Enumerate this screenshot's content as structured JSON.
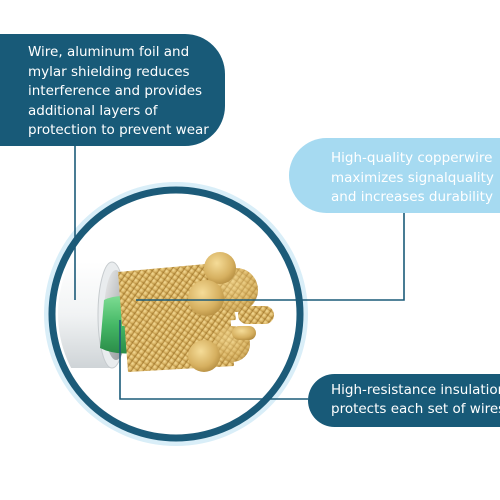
{
  "image": {
    "colors": {
      "dark_teal": "#185a78",
      "light_blue": "#a6daf1",
      "circle_ring": "#1c5b79",
      "circle_halo": "#d9eef8",
      "copper": "#d6b060",
      "insulation": "#4cbf6e"
    }
  },
  "callouts": [
    {
      "id": "shielding",
      "lines": [
        "Wire, aluminum foil and",
        "mylar shielding reduces",
        "interference and provides",
        "additional layers of",
        "protection to prevent wear"
      ]
    },
    {
      "id": "copper",
      "lines": [
        "High-quality copperwire",
        "maximizes signalquality",
        "and increases durability"
      ]
    },
    {
      "id": "insulation",
      "lines": [
        "High-resistance insulation",
        "protects each set of wires"
      ]
    }
  ]
}
